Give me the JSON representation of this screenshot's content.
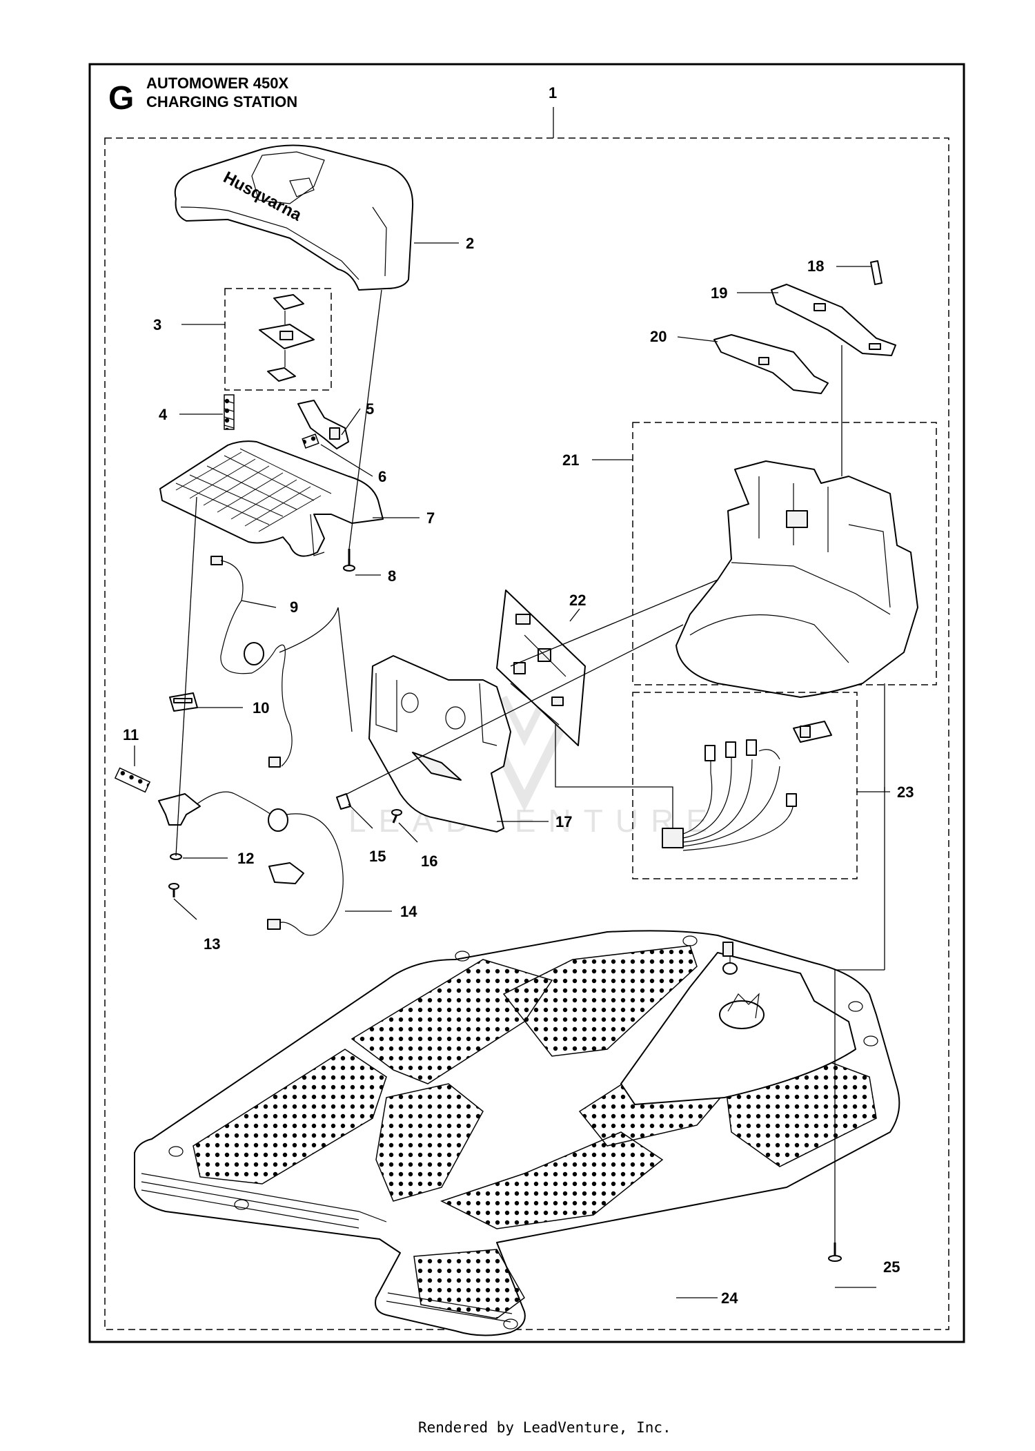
{
  "header": {
    "section_letter": "G",
    "title_line1": "AUTOMOWER 450X",
    "title_line2": "CHARGING STATION"
  },
  "callouts": [
    "1",
    "2",
    "3",
    "4",
    "5",
    "6",
    "7",
    "8",
    "9",
    "10",
    "11",
    "12",
    "13",
    "14",
    "15",
    "16",
    "17",
    "18",
    "19",
    "20",
    "21",
    "22",
    "23",
    "24",
    "25"
  ],
  "brand_mark": "Husqvarna",
  "watermark": "LEADVENTURE",
  "footer": "Rendered by LeadVenture, Inc."
}
